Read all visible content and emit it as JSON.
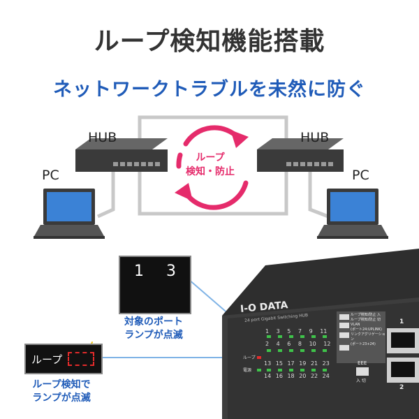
{
  "title": "ループ検知機能搭載",
  "subtitle": "ネットワークトラブルを未然に防ぐ",
  "diagram": {
    "hub_left_label": "HUB",
    "hub_right_label": "HUB",
    "pc_left_label": "PC",
    "pc_right_label": "PC",
    "loop_line1": "ループ",
    "loop_line2": "検知・防止",
    "loop_color": "#e52b6b"
  },
  "zoom_ports": {
    "port_a": "1",
    "port_b": "3",
    "caption_line1": "対象のポート",
    "caption_line2": "ランプが点滅"
  },
  "zoom_loop": {
    "label": "ループ",
    "caption_line1": "ループ検知で",
    "caption_line2": "ランプが点滅"
  },
  "device": {
    "brand": "I-O DATA",
    "model": "24 port Gigabit Switching HUB",
    "switch_labels": [
      "ループ検知/防止 入",
      "ループ検知/防止 切",
      "VLAN",
      "(ポート24:UPLINK)",
      "リンクアグリゲーション",
      "(ポート23+24)"
    ],
    "eee": "EEE",
    "eee_state": "入 切",
    "loop_led_label": "ループ",
    "power_led_label": "電源",
    "port_top_row": [
      "1",
      "3",
      "5",
      "7",
      "9",
      "11"
    ],
    "port_mid_row": [
      "2",
      "4",
      "6",
      "8",
      "10",
      "12"
    ],
    "port_bot_row1": [
      "13",
      "15",
      "17",
      "19",
      "21",
      "23"
    ],
    "port_bot_row2": [
      "14",
      "16",
      "18",
      "20",
      "22",
      "24"
    ],
    "jack_num_top": "1",
    "jack_num_bottom": "2"
  }
}
